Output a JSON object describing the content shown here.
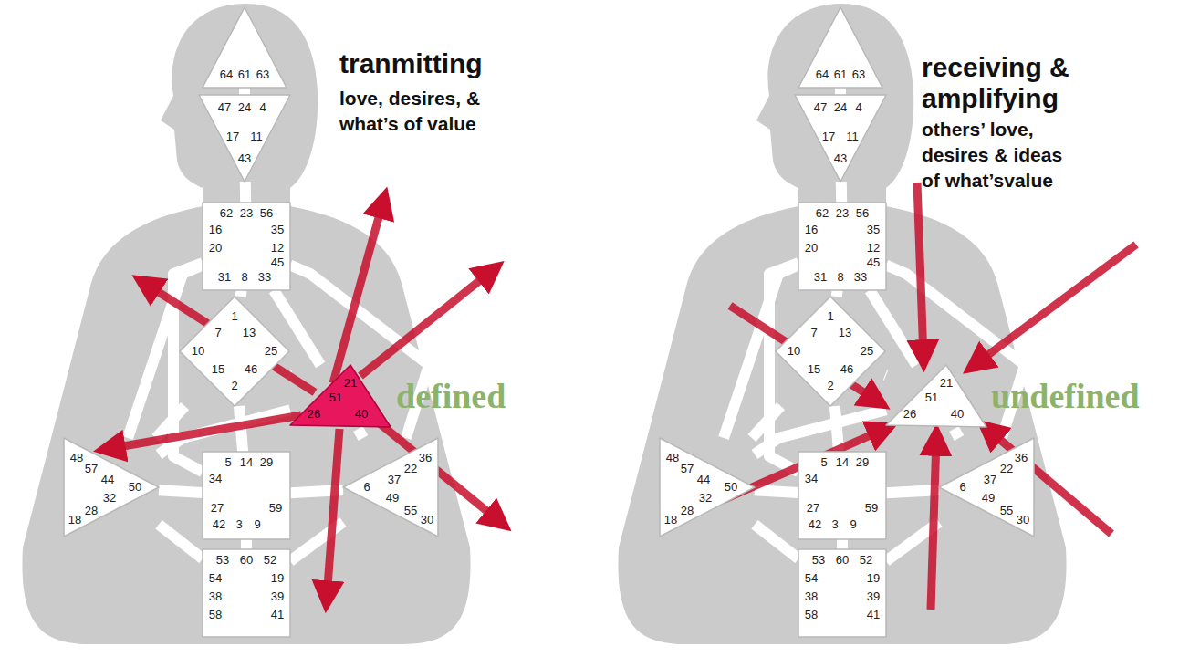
{
  "diagram": {
    "nodes": [
      {
        "text": [
          "64",
          "61",
          "63"
        ]
      },
      {
        "text": [
          "47",
          "24",
          "4",
          "17",
          "11",
          "43"
        ]
      },
      {
        "text": [
          "62",
          "23",
          "56",
          "16",
          "35",
          "20",
          "12",
          "45",
          "31",
          "8",
          "33"
        ]
      },
      {
        "text": [
          "1",
          "7",
          "13",
          "10",
          "25",
          "15",
          "46",
          "2"
        ]
      },
      {
        "text": [
          "21",
          "51",
          "26",
          "40"
        ]
      },
      {
        "text": [
          "48",
          "57",
          "44",
          "50",
          "32",
          "28",
          "18"
        ]
      },
      {
        "text": [
          "5",
          "14",
          "29",
          "34",
          "27",
          "59",
          "42",
          "3",
          "9"
        ]
      },
      {
        "text": [
          "36",
          "22",
          "37",
          "6",
          "49",
          "55",
          "30"
        ]
      },
      {
        "text": [
          "53",
          "60",
          "52",
          "54",
          "19",
          "38",
          "39",
          "58",
          "41"
        ]
      },
      {
        "text": [
          "64",
          "61",
          "63"
        ]
      },
      {
        "text": [
          "47",
          "24",
          "4",
          "17",
          "11",
          "43"
        ]
      },
      {
        "text": [
          "62",
          "23",
          "56",
          "16",
          "35",
          "20",
          "12",
          "45",
          "31",
          "8",
          "33"
        ]
      },
      {
        "text": [
          "1",
          "7",
          "13",
          "10",
          "25",
          "15",
          "46",
          "2"
        ]
      },
      {
        "text": [
          "21",
          "51",
          "26",
          "40"
        ]
      },
      {
        "text": [
          "48",
          "57",
          "44",
          "50",
          "32",
          "28",
          "18"
        ]
      },
      {
        "text": [
          "5",
          "14",
          "29",
          "34",
          "27",
          "59",
          "42",
          "3",
          "9"
        ]
      },
      {
        "text": [
          "36",
          "22",
          "37",
          "6",
          "49",
          "55",
          "30"
        ]
      },
      {
        "text": [
          "53",
          "60",
          "52",
          "54",
          "19",
          "38",
          "39",
          "58",
          "41"
        ]
      }
    ],
    "edges": [
      {
        "from": 0,
        "to": 1,
        "arrow": "none"
      },
      {
        "from": 1,
        "to": 2,
        "arrow": "none"
      },
      {
        "from": 2,
        "to": 3,
        "arrow": "none"
      },
      {
        "from": 2,
        "to": 4,
        "arrow": "none"
      },
      {
        "from": 2,
        "to": 5,
        "arrow": "none"
      },
      {
        "from": 2,
        "to": 7,
        "arrow": "none"
      },
      {
        "from": 2,
        "to": 6,
        "arrow": "none"
      },
      {
        "from": 3,
        "to": 4,
        "arrow": "none"
      },
      {
        "from": 3,
        "to": 6,
        "arrow": "none"
      },
      {
        "from": 3,
        "to": 5,
        "arrow": "none"
      },
      {
        "from": 4,
        "to": 5,
        "arrow": "none"
      },
      {
        "from": 4,
        "to": 7,
        "arrow": "none"
      },
      {
        "from": 5,
        "to": 6,
        "arrow": "none"
      },
      {
        "from": 6,
        "to": 7,
        "arrow": "none"
      },
      {
        "from": 6,
        "to": 8,
        "arrow": "none"
      },
      {
        "from": 8,
        "to": 5,
        "arrow": "none"
      },
      {
        "from": 8,
        "to": 7,
        "arrow": "none"
      },
      {
        "from": 9,
        "to": 10,
        "arrow": "none"
      },
      {
        "from": 10,
        "to": 11,
        "arrow": "none"
      },
      {
        "from": 11,
        "to": 12,
        "arrow": "none"
      },
      {
        "from": 11,
        "to": 13,
        "arrow": "none"
      },
      {
        "from": 11,
        "to": 14,
        "arrow": "none"
      },
      {
        "from": 11,
        "to": 16,
        "arrow": "none"
      },
      {
        "from": 11,
        "to": 15,
        "arrow": "none"
      },
      {
        "from": 12,
        "to": 13,
        "arrow": "none"
      },
      {
        "from": 12,
        "to": 15,
        "arrow": "none"
      },
      {
        "from": 12,
        "to": 14,
        "arrow": "none"
      },
      {
        "from": 13,
        "to": 14,
        "arrow": "none"
      },
      {
        "from": 13,
        "to": 16,
        "arrow": "none"
      },
      {
        "from": 14,
        "to": 15,
        "arrow": "none"
      },
      {
        "from": 15,
        "to": 16,
        "arrow": "none"
      },
      {
        "from": 15,
        "to": 17,
        "arrow": "none"
      },
      {
        "from": 17,
        "to": 14,
        "arrow": "none"
      },
      {
        "from": 17,
        "to": 16,
        "arrow": "none"
      }
    ],
    "labels": [
      "tranmitting",
      "love, desires, &",
      "what’s of value",
      "defined",
      "receiving &",
      "amplifying",
      "others’ love,",
      "desires & ideas",
      "of what’svalue",
      "undefined"
    ]
  }
}
